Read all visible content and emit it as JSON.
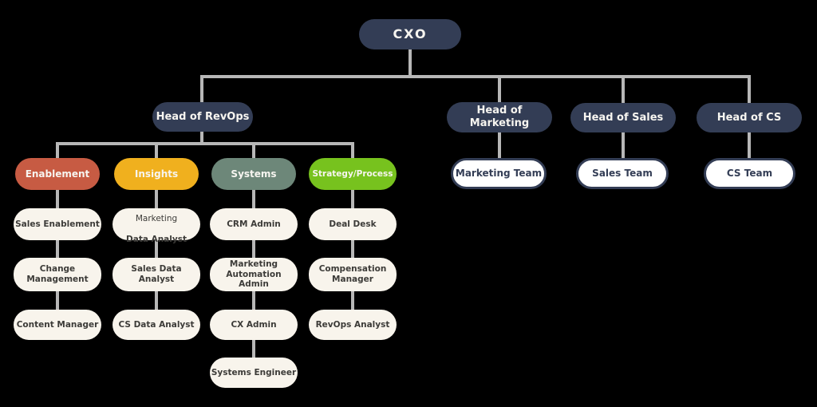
{
  "palette": {
    "background": "#000000",
    "navy": "#333d55",
    "connector": "#b7b7b7",
    "card_bg": "#f8f4ec",
    "card_text": "#3c3b38",
    "team_bg": "#ffffff",
    "pill_text": "#f7f5f0",
    "enablement": "#c75b43",
    "insights": "#f0b01e",
    "systems": "#6d8779",
    "strategy": "#77c21e"
  },
  "org": {
    "root": {
      "label": "CXO"
    },
    "revops": {
      "head": {
        "label": "Head of RevOps"
      },
      "groups": [
        {
          "label": "Enablement",
          "roles": [
            {
              "label": "Sales Enablement"
            },
            {
              "label": "Change\nManagement"
            },
            {
              "label": "Content Manager"
            }
          ]
        },
        {
          "label": "Insights",
          "roles": [
            {
              "label_top": "Marketing",
              "label": "Data Analyst"
            },
            {
              "label": "Sales Data\nAnalyst"
            },
            {
              "label": "CS Data Analyst"
            }
          ]
        },
        {
          "label": "Systems",
          "roles": [
            {
              "label": "CRM Admin"
            },
            {
              "label": "Marketing\nAutomation Admin"
            },
            {
              "label": "CX Admin"
            },
            {
              "label": "Systems Engineer"
            }
          ]
        },
        {
          "label": "Strategy/Process",
          "roles": [
            {
              "label": "Deal Desk"
            },
            {
              "label": "Compensation\nManager"
            },
            {
              "label": "RevOps Analyst"
            }
          ]
        }
      ]
    },
    "departments": [
      {
        "head": "Head of\nMarketing",
        "team": "Marketing Team"
      },
      {
        "head": "Head of Sales",
        "team": "Sales Team"
      },
      {
        "head": "Head of CS",
        "team": "CS Team"
      }
    ]
  }
}
